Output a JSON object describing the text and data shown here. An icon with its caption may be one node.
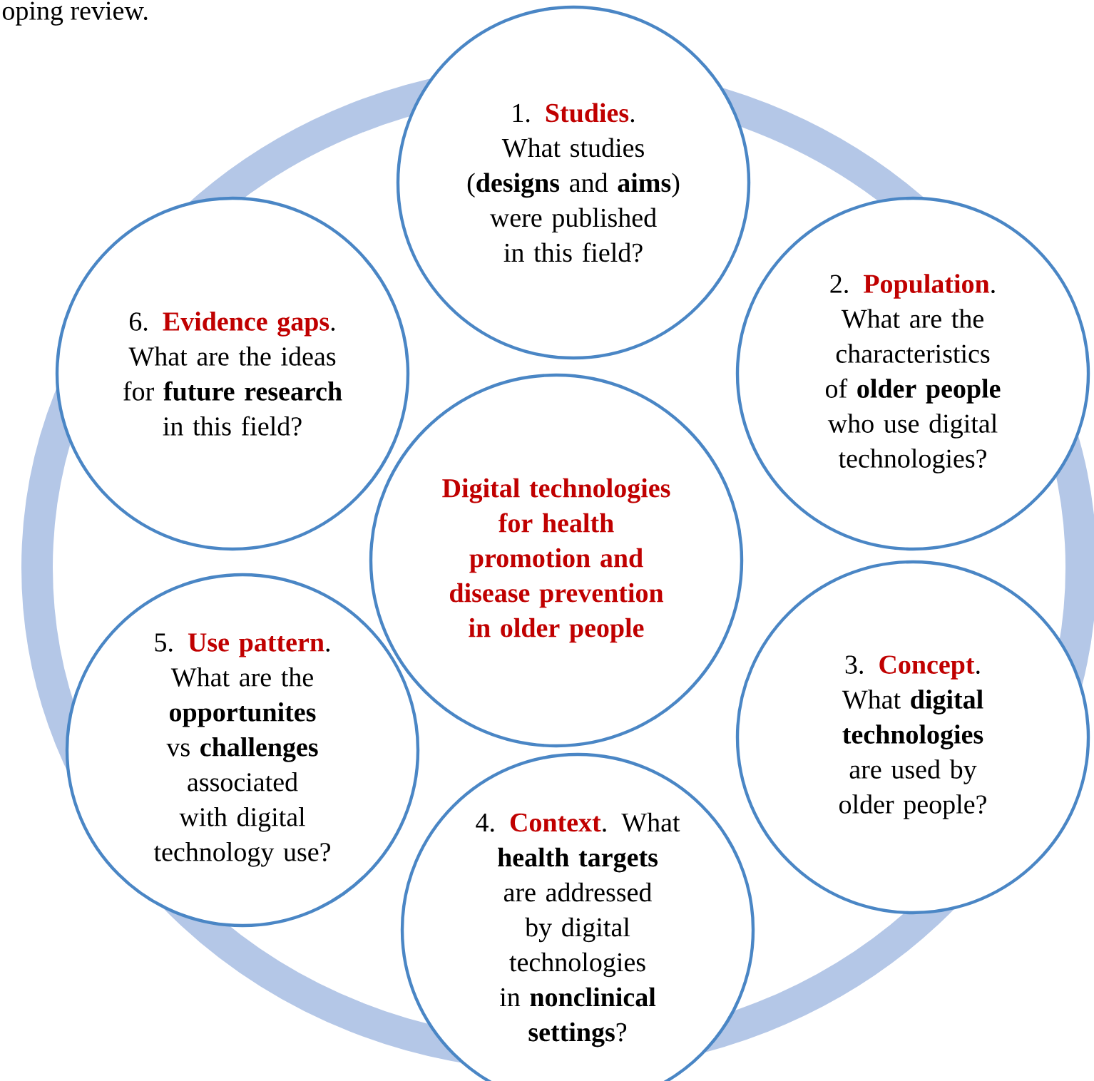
{
  "diagram": {
    "nodes": [
      {
        "text": [
          "1. **Studies**.",
          "What studies (**designs** and **aims**) were published in this field?"
        ]
      },
      {
        "text": [
          "2. **Population**.",
          "What are the characteristics of **older people** who use digital technologies?"
        ]
      },
      {
        "text": [
          "3. **Concept**.",
          "What **digital technologies** are used by older people?"
        ]
      },
      {
        "text": [
          "4. **Context**.",
          "What **health targets** are addressed by digital technologies in **nonclinical settings**?"
        ]
      },
      {
        "text": [
          "5. **Use pattern**.",
          "What are the **opportunites** vs **challenges** associated with digital technology use?"
        ]
      },
      {
        "text": [
          "6. **Evidence gaps**.",
          "What are the ideas for **future research** in this field?"
        ]
      },
      {
        "text": [
          "Digital technologies for health promotion and disease prevention in older people"
        ]
      }
    ],
    "labels": [
      "oping review."
    ]
  }
}
